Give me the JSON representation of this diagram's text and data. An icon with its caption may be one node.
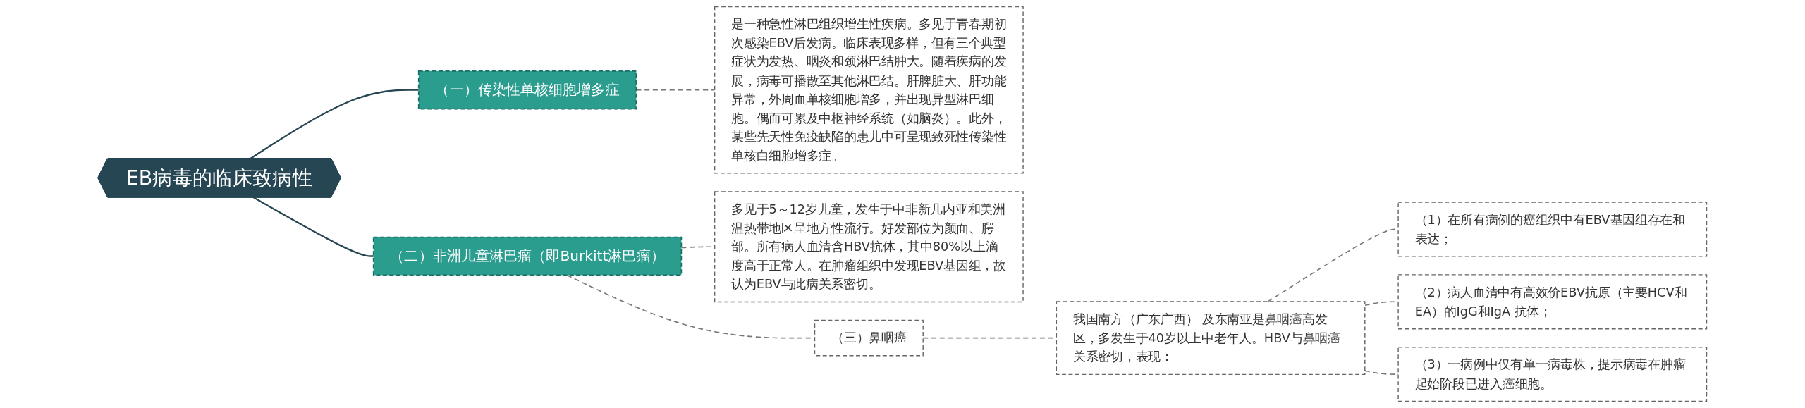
{
  "diagram": {
    "nodes": [
      {
        "text": [
          "EB病毒的临床致病性"
        ]
      },
      {
        "text": [
          "（一）传染性单核细胞增多症"
        ]
      },
      {
        "text": [
          "是一种急性淋巴组织增生性疾病。多见于青春期初次感染EBV后发病。临床表现多样，但有三个典型症状为发热、咽炎和颈淋巴结肿大。随着疾病的发展，病毒可播散至其他淋巴结。肝脾脏大、肝功能异常，外周血单核细胞增多，并出现异型淋巴细胞。偶而可累及中枢神经系统（如脑炎）。此外，某些先天性免疫缺陷的患儿中可呈现致死性传染性单核白细胞增多症。"
        ]
      },
      {
        "text": [
          "（二）非洲儿童淋巴瘤（即Burkitt淋巴瘤）"
        ]
      },
      {
        "text": [
          "多见于5～12岁儿童，发生于中非新几内亚和美洲温热带地区呈地方性流行。好发部位为颜面、腭部。所有病人血清含HBV抗体，其中80%以上滴度高于正常人。在肿瘤组织中发现EBV基因组，故认为EBV与此病关系密切。"
        ]
      },
      {
        "text": [
          "（三）鼻咽癌"
        ]
      },
      {
        "text": [
          "我国南方（广东广西） 及东南亚是鼻咽癌高发区，多发生于40岁以上中老年人。HBV与鼻咽癌关系密切，表现："
        ]
      },
      {
        "text": [
          "（1）在所有病例的癌组织中有EBV基因组存在和表达；"
        ]
      },
      {
        "text": [
          "（2）病人血清中有高效价EBV抗原（主要HCV和EA）的IgG和IgA 抗体；"
        ]
      },
      {
        "text": [
          "（3）一病例中仅有单一病毒株，提示病毒在肿瘤起始阶段已进入癌细胞。"
        ]
      }
    ],
    "edges": [
      {
        "from": 0,
        "to": 1,
        "arrow": "none",
        "color": "#264653"
      },
      {
        "from": 1,
        "to": 2,
        "arrow": "none",
        "style": "dashed"
      },
      {
        "from": 0,
        "to": 3,
        "arrow": "none",
        "color": "#264653"
      },
      {
        "from": 3,
        "to": 4,
        "arrow": "none",
        "style": "dashed"
      },
      {
        "from": 3,
        "to": 5,
        "arrow": "none",
        "style": "dashed"
      },
      {
        "from": 5,
        "to": 6,
        "arrow": "none",
        "style": "dashed"
      },
      {
        "from": 6,
        "to": 7,
        "arrow": "none",
        "style": "dashed"
      },
      {
        "from": 6,
        "to": 8,
        "arrow": "none",
        "style": "dashed"
      },
      {
        "from": 6,
        "to": 9,
        "arrow": "none",
        "style": "dashed"
      }
    ]
  }
}
